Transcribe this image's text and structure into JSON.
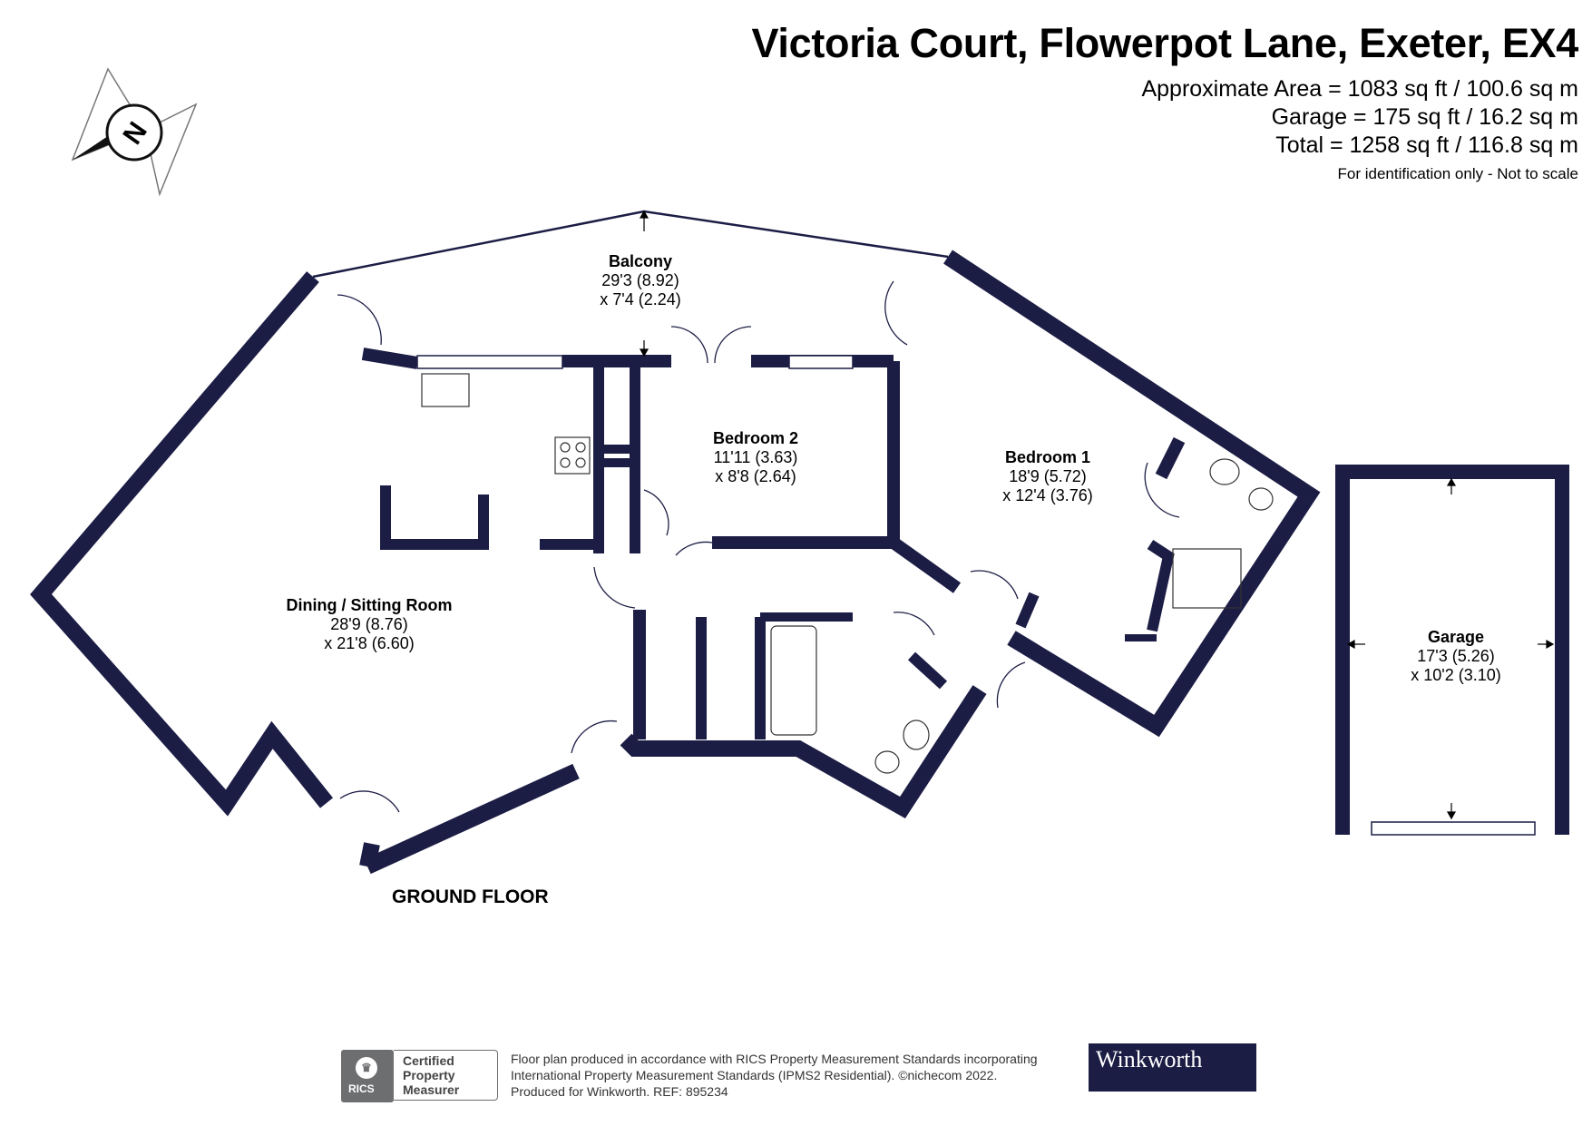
{
  "header": {
    "title": "Victoria Court, Flowerpot Lane, Exeter, EX4",
    "approx_area": "Approximate Area = 1083 sq ft / 100.6 sq m",
    "garage_area": "Garage = 175 sq ft / 16.2 sq m",
    "total_area": "Total = 1258 sq ft / 116.8 sq m",
    "disclaimer": "For identification only - Not to scale"
  },
  "compass": {
    "label": "N",
    "icon": "north-compass-icon"
  },
  "rooms": {
    "balcony": {
      "name": "Balcony",
      "dim1": "29'3 (8.92)",
      "dim2": "x 7'4 (2.24)"
    },
    "bedroom2": {
      "name": "Bedroom 2",
      "dim1": "11'11 (3.63)",
      "dim2": "x 8'8 (2.64)"
    },
    "bedroom1": {
      "name": "Bedroom 1",
      "dim1": "18'9 (5.72)",
      "dim2": "x 12'4 (3.76)"
    },
    "dining": {
      "name": "Dining / Sitting Room",
      "dim1": "28'9 (8.76)",
      "dim2": "x 21'8 (6.60)"
    },
    "garage": {
      "name": "Garage",
      "dim1": "17'3 (5.26)",
      "dim2": "x 10'2 (3.10)"
    }
  },
  "floor_label": "GROUND FLOOR",
  "footer": {
    "line1": "Floor plan produced in accordance with RICS Property Measurement Standards incorporating",
    "line2": "International Property Measurement Standards (IPMS2 Residential).  ©nichecom 2022.",
    "line3": "Produced for Winkworth.   REF:  895234",
    "rics_mark": "RICS",
    "rics_cert_1": "Certified",
    "rics_cert_2": "Property",
    "rics_cert_3": "Measurer",
    "brand": "Winkworth"
  },
  "colors": {
    "wall": "#1c1d45",
    "brand_bg": "#1c1d45",
    "rics_grey": "#6d6e70"
  }
}
